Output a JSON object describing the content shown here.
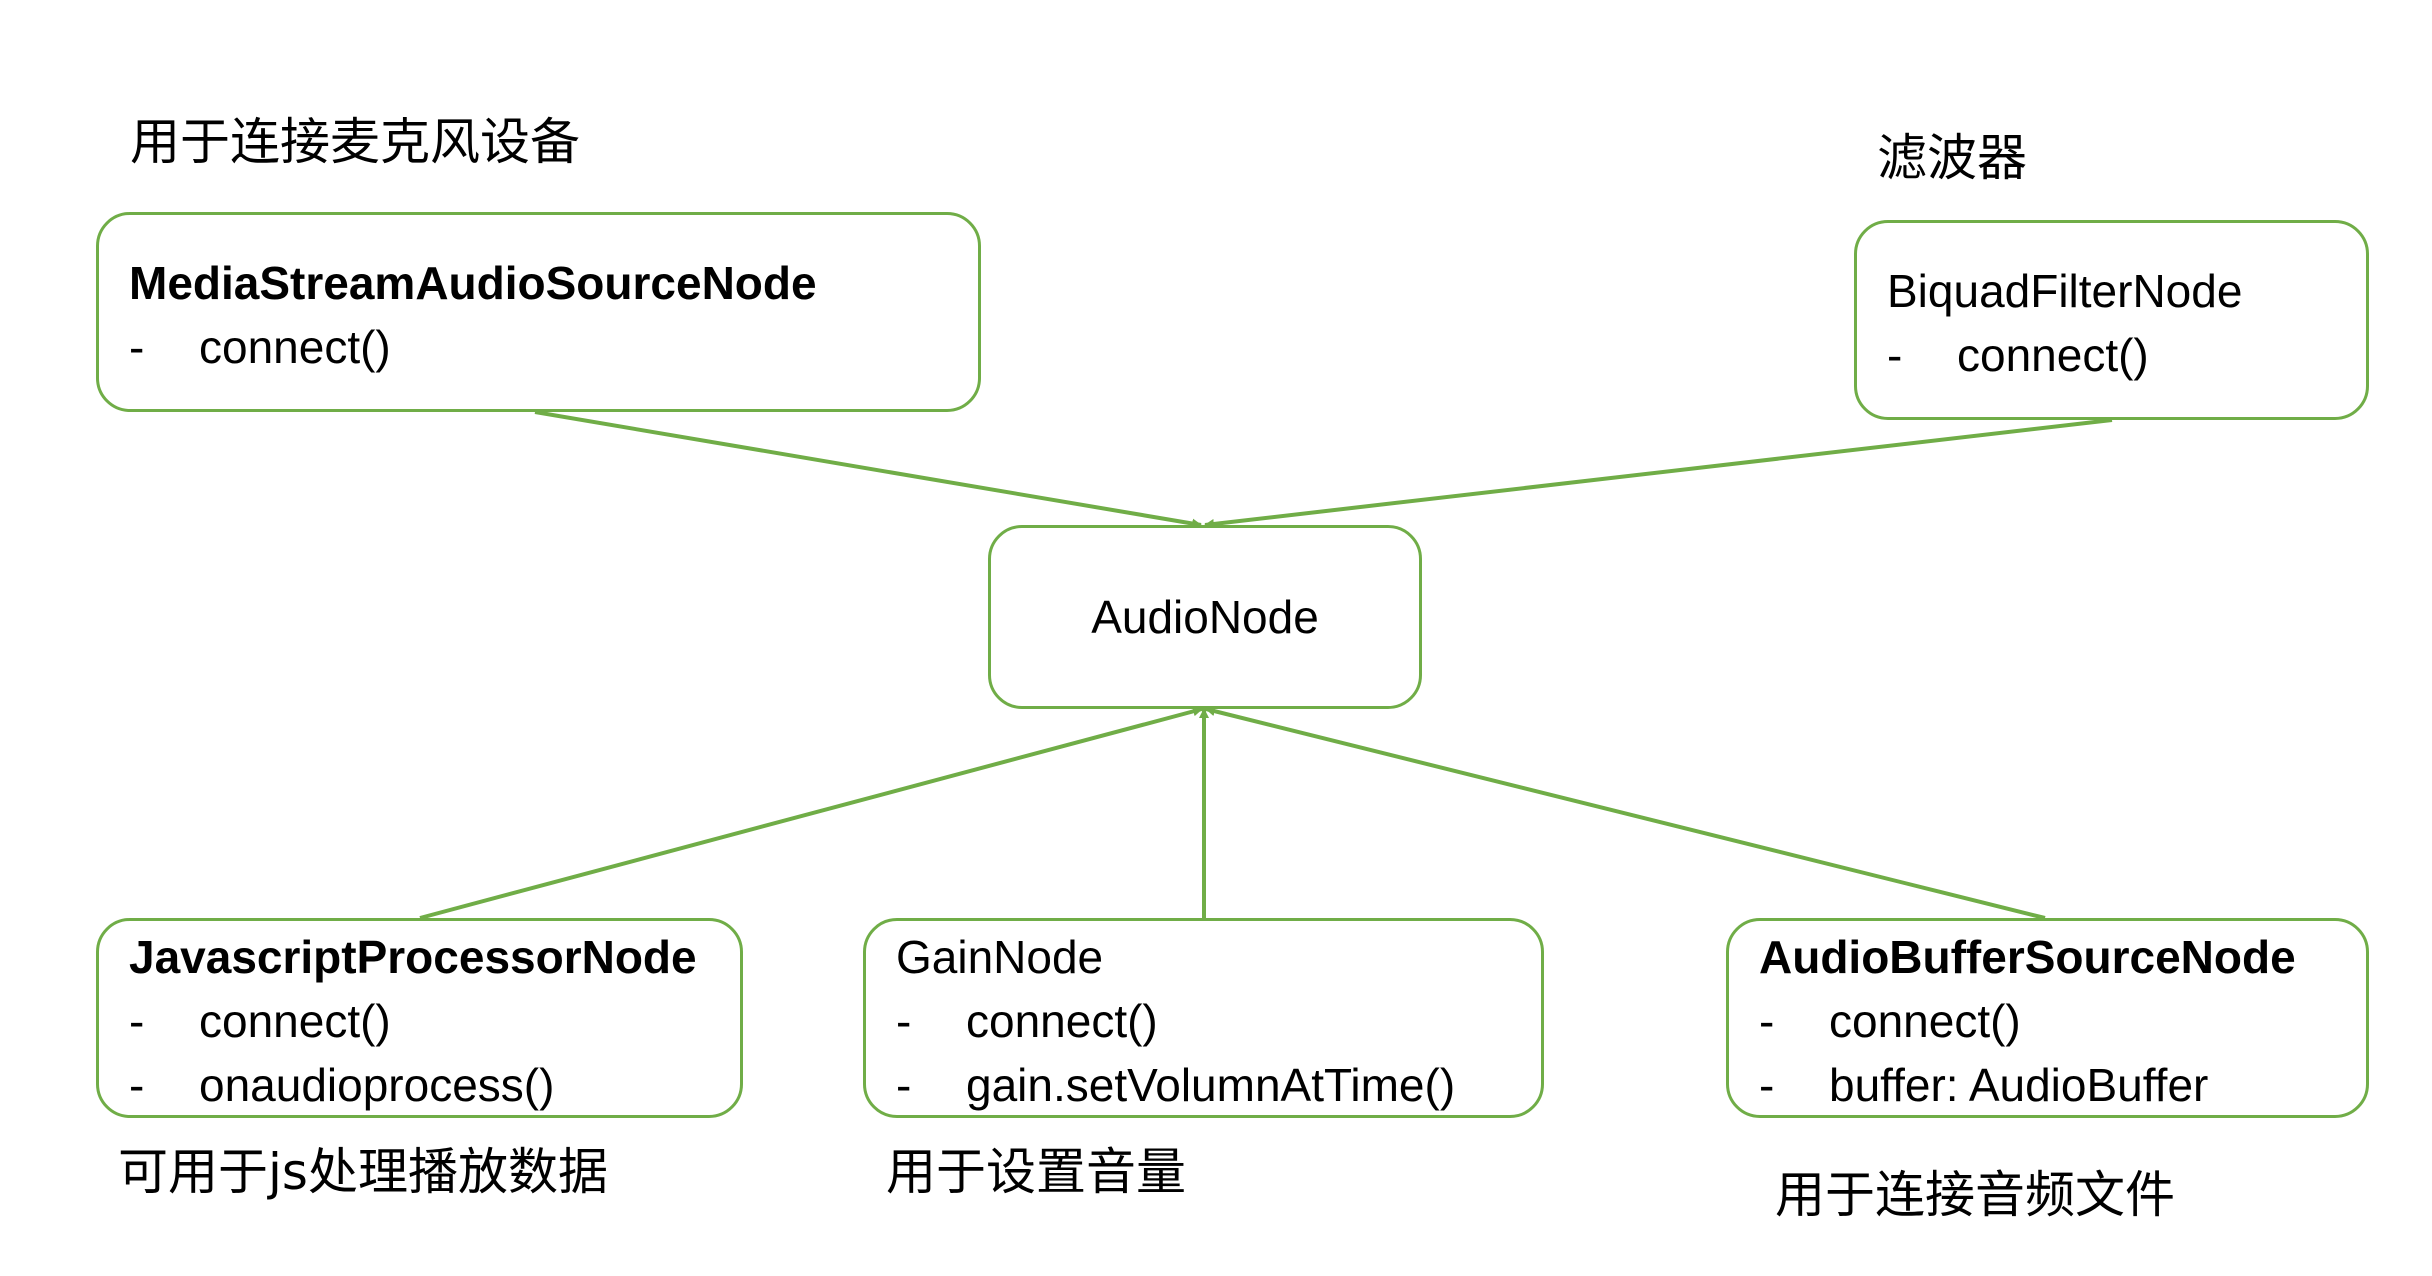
{
  "colors": {
    "border": "#70ad47",
    "edge": "#70ad47",
    "text": "#000000",
    "background": "#ffffff"
  },
  "nodes": {
    "mediastream": {
      "title": "MediaStreamAudioSourceNode",
      "methods": [
        "connect()"
      ],
      "caption": "用于连接麦克风设备"
    },
    "biquad": {
      "title": "BiquadFilterNode",
      "methods": [
        "connect()"
      ],
      "caption": "滤波器"
    },
    "audionode": {
      "title": "AudioNode"
    },
    "jsprocessor": {
      "title": "JavascriptProcessorNode",
      "methods": [
        "connect()",
        "onaudioprocess()"
      ],
      "caption": "可用于js处理播放数据"
    },
    "gain": {
      "title": "GainNode",
      "methods": [
        "connect()",
        "gain.setVolumnAtTime()"
      ],
      "caption": "用于设置音量"
    },
    "audiobuffer": {
      "title": "AudioBufferSourceNode",
      "methods": [
        "connect()",
        "buffer: AudioBuffer"
      ],
      "caption": "用于连接音频文件"
    }
  },
  "bullet": "-",
  "edges": [
    {
      "from": "mediastream",
      "to": "audionode"
    },
    {
      "from": "biquad",
      "to": "audionode"
    },
    {
      "from": "jsprocessor",
      "to": "audionode"
    },
    {
      "from": "gain",
      "to": "audionode"
    },
    {
      "from": "audiobuffer",
      "to": "audionode"
    }
  ]
}
